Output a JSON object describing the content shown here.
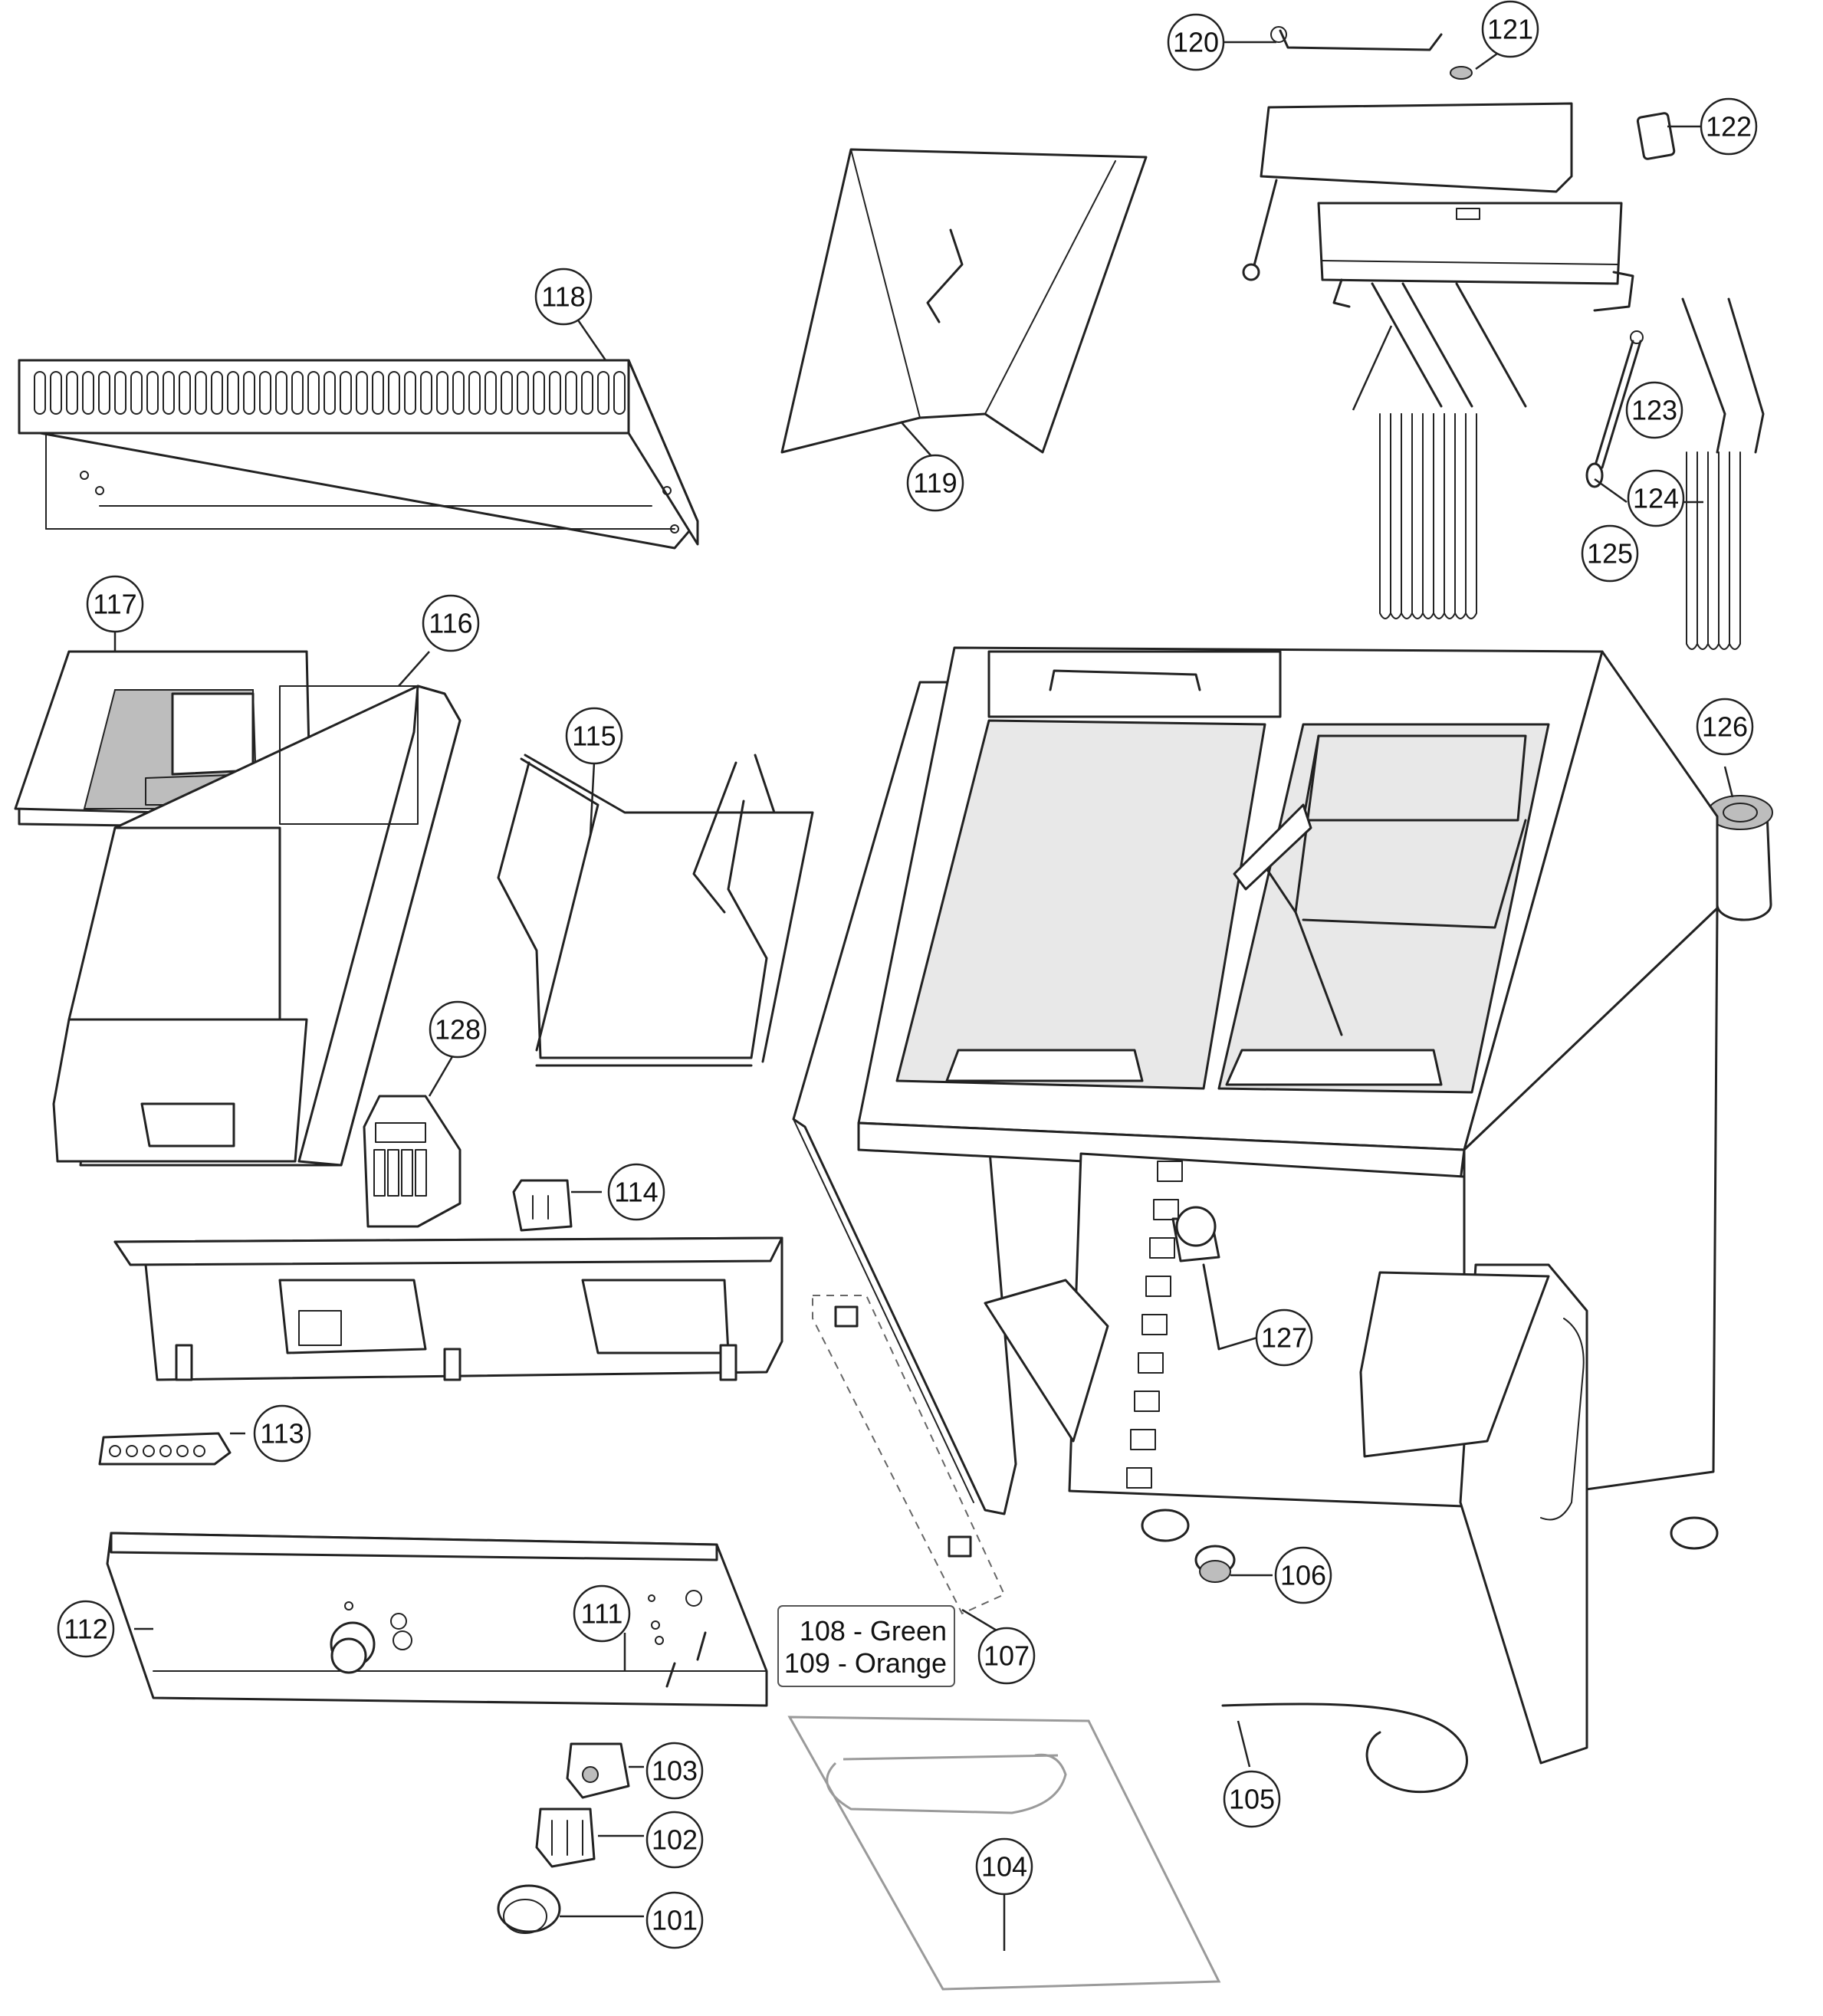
{
  "callouts": {
    "p101": "101",
    "p102": "102",
    "p103": "103",
    "p104": "104",
    "p105": "105",
    "p106": "106",
    "p107": "107",
    "p111": "111",
    "p112": "112",
    "p113": "113",
    "p114": "114",
    "p115": "115",
    "p116": "116",
    "p117": "117",
    "p118": "118",
    "p119": "119",
    "p120": "120",
    "p121": "121",
    "p122": "122",
    "p123": "123",
    "p124": "124",
    "p125": "125",
    "p126": "126",
    "p127": "127",
    "p128": "128"
  },
  "legend": {
    "line1": "108 - Green",
    "line2": "109 - Orange"
  }
}
